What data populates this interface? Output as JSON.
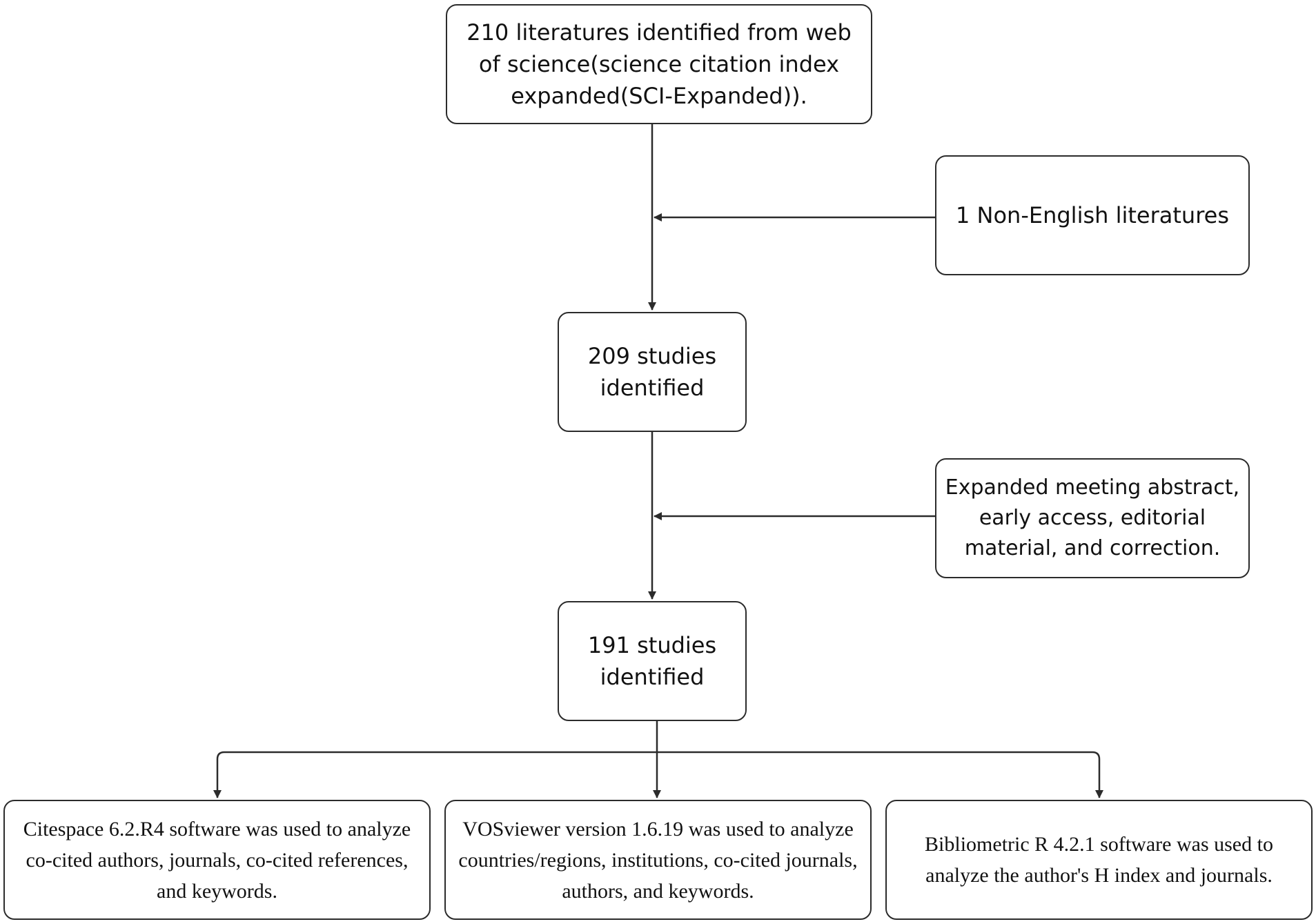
{
  "nodes": {
    "source": {
      "text": "210 literatures identified from web of science(science citation index expanded(SCI-Expanded))."
    },
    "exclusion_1": {
      "text": "1 Non-English literatures"
    },
    "after_exclusion_1": {
      "text": "209 studies identified"
    },
    "exclusion_2": {
      "text": "Expanded meeting abstract, early access, editorial material, and correction."
    },
    "final": {
      "text": "191 studies identified"
    },
    "tool_citespace": {
      "text": "Citespace 6.2.R4 software was used to analyze co-cited authors, journals, co-cited references, and keywords."
    },
    "tool_vosviewer": {
      "text": "VOSviewer version 1.6.19 was used to analyze countries/regions, institutions, co-cited journals, authors, and keywords."
    },
    "tool_bibliometric": {
      "text": "Bibliometric R 4.2.1 software was used to analyze the author's H index and journals."
    }
  },
  "colors": {
    "stroke": "#2b2b2b",
    "text": "#111111",
    "background": "#ffffff"
  }
}
